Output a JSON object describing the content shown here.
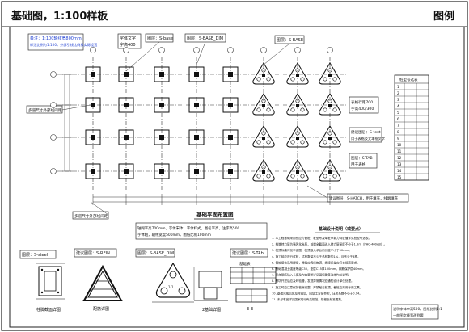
{
  "header": {
    "title": "基础图，1:100样板",
    "legend_label": "图例"
  },
  "notes": {
    "top_left": [
      "备注：1:100轴线宽800mm",
      "标注比例为1:100，外部引线比例按实际设置"
    ],
    "text_style": [
      "字体文字",
      "字高400"
    ],
    "layer_base": "图层：S-base",
    "layer_base_dim": "图层：S-BASE_DIM",
    "layer_base_right": "图层：S-BASE",
    "dim_left_top": "多道尺寸外部线间距",
    "dim_left_bottom": "多道尺寸外部线间距",
    "text_layer": [
      "表格行距700",
      "字高400/300"
    ],
    "layer_text": [
      "建议图层：S-text",
      "用于表格及文本框文字"
    ],
    "layer_tab": [
      "图层：S-TAB",
      "用于表格"
    ],
    "layer_hatch": "建议图层：S-HATCH，用于填充，线端填充",
    "plan_title": "基础平面布置图",
    "plan_note": [
      "轴网字高700mm，字体宋体，字体样式，图名字高，注字高500",
      "字体粗，轴线宽度500mm，图纸比例100mm"
    ],
    "section_steel": "图层：S-steel",
    "section_rein": "建议图层：S-REIN",
    "section_base_dim": "图层：S-BASE_DIM",
    "section_tab": "建议图层：S-TAb",
    "section_label_a": "1-1",
    "section_label_b": "2-2",
    "section_label_c": "3-3",
    "section_caption_a": "柱脚截面详图",
    "section_caption_b": "配筋详图",
    "section_caption_c": "2基础详图",
    "table_title": "基础表",
    "table_label": "3-3",
    "notes_title": "基础设计说明（或要点）",
    "bottom_right_note": [
      "说明字体字高500，图纸比例1:1",
      "一般图字线宽改到要"
    ]
  },
  "legend_table": {
    "title": "桩型号选表",
    "rows": [
      "1",
      "2",
      "3",
      "4",
      "5",
      "6",
      "7",
      "8",
      "9",
      "10",
      "11",
      "12",
      "13",
      "14",
      "15"
    ]
  },
  "design_notes": [
    "1. 本工程基础采用预应力管桩，桩型号及单桩承载力特征值详见桩型号选表。",
    "2. 桩端持力层为强风化岩层，桩端全截面进入持力层深度不小于1.5m（PHC-400AB）。",
    "3. 桩顶标高详见平面图，桩顶嵌入承台内长度不小于50mm。",
    "4. 施工前应进行试桩，试桩数量不少于总桩数的1%，且不少于3根。",
    "5. 管桩接桩采用焊接，焊缝应连续饱满，焊接质量应符合规范要求。",
    "6. 基础混凝土强度等级C30，垫层C15厚100mm，钢筋保护层40mm。",
    "7. 承台钢筋锚入长度及构造要求详见国标图集及结构总说明。",
    "8. 基坑开挖后应及时验槽，发现异常情况应通知设计单位处理。",
    "9. 施工时应注意保护桩身完整，严禁敲击桩顶，截桩应采用专用工具。",
    "10. 基础完成后应及时回填，回填土分层夯实，压实系数不小于0.94。",
    "11. 未尽事宜详见国家现行有关规范、规程及标准图集。"
  ],
  "grid": {
    "rows": 4,
    "cols": 8,
    "pile_type": [
      "square",
      "square",
      "square",
      "square",
      "square",
      "tri",
      "tri",
      "tri"
    ]
  }
}
